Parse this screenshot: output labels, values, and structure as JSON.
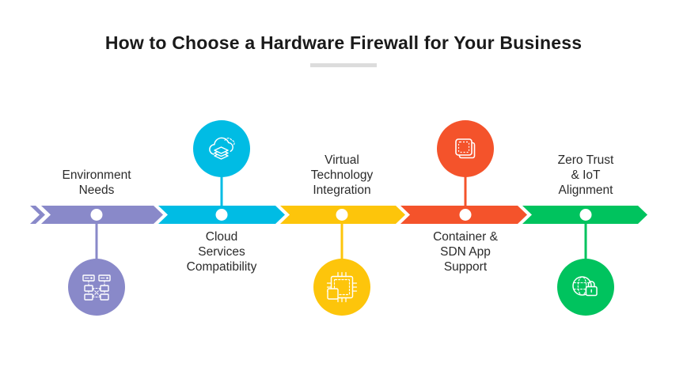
{
  "title": "How to Choose a Hardware Firewall for Your Business",
  "style": {
    "background": "#FFFFFF",
    "title_color": "#1A1A1A",
    "label_color": "#2B2B2B",
    "underline_color": "#DCDCDC",
    "dot_color": "#FFFFFF",
    "icon_stroke": "#FFFFFF"
  },
  "diagram": {
    "type": "horizontal-arrow-timeline",
    "step_count": 5,
    "steps": [
      {
        "label": "Environment Needs",
        "lines": [
          "Environment",
          "Needs"
        ],
        "color": "#8989C9",
        "icon": "network-icon",
        "icon_position": "below"
      },
      {
        "label": "Cloud Services Compatibility",
        "lines": [
          "Cloud",
          "Services",
          "Compatibility"
        ],
        "color": "#00BCE4",
        "icon": "cloud-stack-icon",
        "icon_position": "above"
      },
      {
        "label": "Virtual Technology Integration",
        "lines": [
          "Virtual",
          "Technology",
          "Integration"
        ],
        "color": "#FDC50B",
        "icon": "cpu-chip-icon",
        "icon_position": "below"
      },
      {
        "label": "Container & SDN App Support",
        "lines": [
          "Container &",
          "SDN App",
          "Support"
        ],
        "color": "#F4532B",
        "icon": "stacked-container-icon",
        "icon_position": "above"
      },
      {
        "label": "Zero Trust & IoT Alignment",
        "lines": [
          "Zero Trust",
          "& IoT",
          "Alignment"
        ],
        "color": "#00C35E",
        "icon": "globe-lock-icon",
        "icon_position": "below"
      }
    ]
  }
}
